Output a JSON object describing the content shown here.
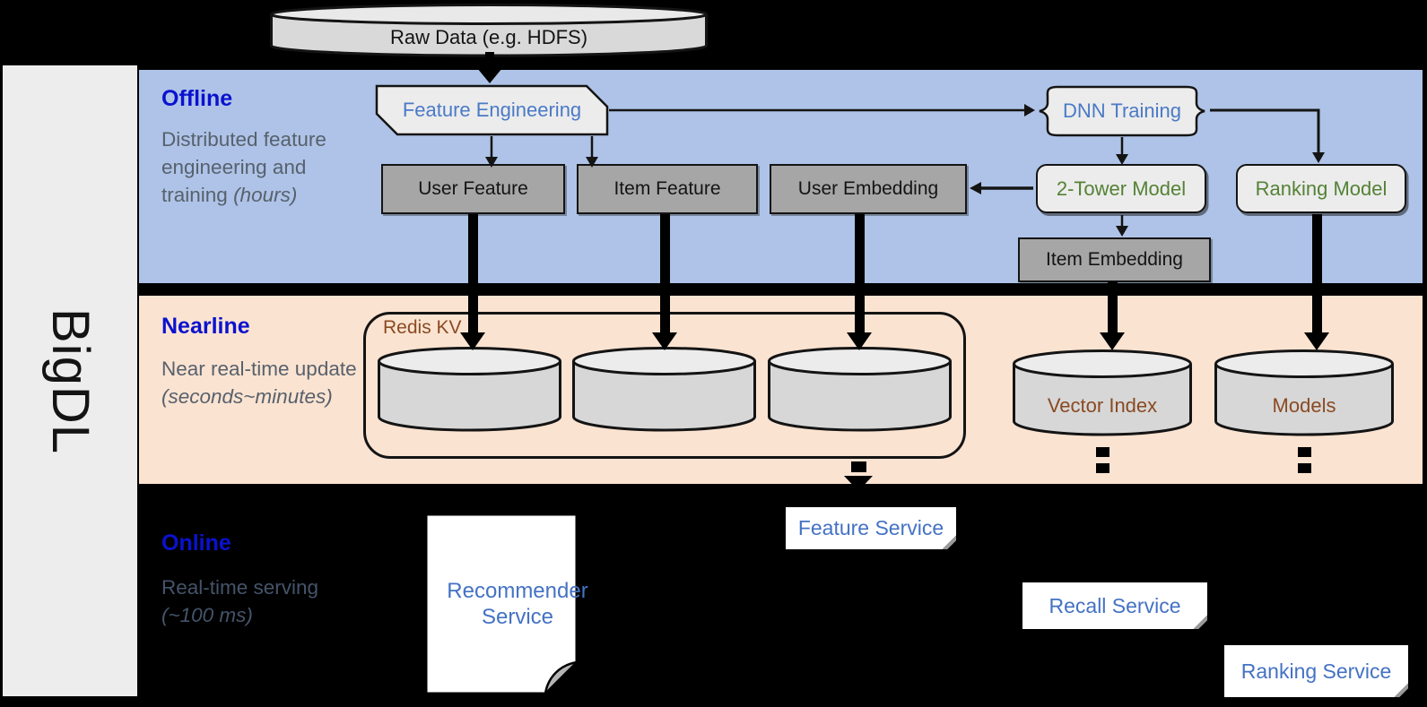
{
  "sidebar": {
    "label": "BigDL"
  },
  "source": {
    "label": "Raw Data (e.g. HDFS)"
  },
  "offline": {
    "title": "Offline",
    "desc": "Distributed feature engineering and training",
    "desc_italic": "(hours)",
    "nodes": {
      "feature_engineering": "Feature Engineering",
      "dnn_training": "DNN Training",
      "user_feature": "User Feature",
      "item_feature": "Item Feature",
      "user_embedding": "User Embedding",
      "two_tower_model": "2-Tower Model",
      "ranking_model": "Ranking Model",
      "item_embedding": "Item Embedding"
    }
  },
  "nearline": {
    "title": "Nearline",
    "desc": "Near real-time update",
    "desc_italic": "(seconds~minutes)",
    "redis_label": "Redis KV",
    "vector_index": "Vector Index",
    "models": "Models"
  },
  "online": {
    "title": "Online",
    "desc": "Real-time serving",
    "desc_italic": "(~100 ms)",
    "recommender_service": "Recommender Service",
    "feature_service": "Feature Service",
    "recall_service": "Recall Service",
    "ranking_service": "Ranking Service"
  },
  "colors": {
    "accent_blue": "#0a12cf",
    "service_text_blue": "#4472c4",
    "model_text_green": "#548235",
    "storage_text_brown": "#8a4a22",
    "band_offline_blue": "#aec3e7",
    "band_nearline_peach": "#fbe3d1",
    "feature_box_gray": "#a6a6a6",
    "process_box_gray": "#ececec"
  }
}
